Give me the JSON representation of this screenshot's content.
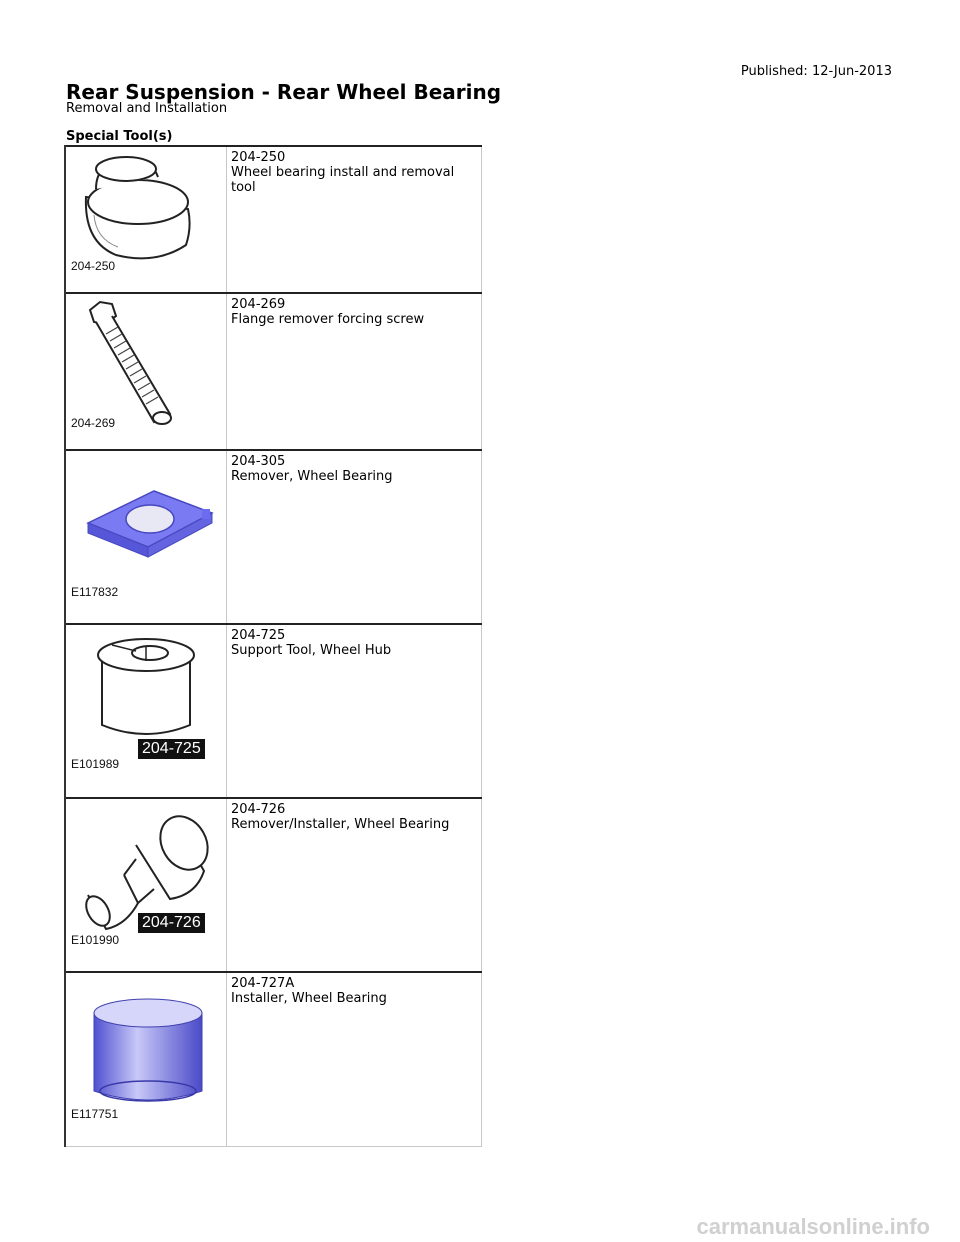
{
  "header": {
    "published": "Published: 12-Jun-2013",
    "title": "Rear Suspension - Rear Wheel Bearing",
    "subtitle": "Removal and Installation",
    "section": "Special Tool(s)"
  },
  "tools": [
    {
      "number": "204-250",
      "description": "Wheel bearing install and removal tool",
      "caption": "204-250",
      "tag": "",
      "icon": "wheel-bearing-tool-icon",
      "color": "#ffffff"
    },
    {
      "number": "204-269",
      "description": "Flange remover forcing screw",
      "caption": "204-269",
      "tag": "",
      "icon": "forcing-screw-icon",
      "color": "#ffffff"
    },
    {
      "number": "204-305",
      "description": "Remover, Wheel Bearing",
      "caption": "E117832",
      "tag": "",
      "icon": "bearing-remover-plate-icon",
      "color": "#6c6cf0"
    },
    {
      "number": "204-725",
      "description": "Support Tool, Wheel Hub",
      "caption": "E101989",
      "tag": "204-725",
      "icon": "support-sleeve-icon",
      "color": "#ffffff"
    },
    {
      "number": "204-726",
      "description": "Remover/Installer, Wheel Bearing",
      "caption": "E101990",
      "tag": "204-726",
      "icon": "stepped-driver-icon",
      "color": "#ffffff"
    },
    {
      "number": "204-727A",
      "description": "Installer, Wheel Bearing",
      "caption": "E117751",
      "tag": "",
      "icon": "bearing-installer-cup-icon",
      "color": "#6c6cf0"
    }
  ],
  "footer": {
    "watermark": "carmanualsonline.info"
  }
}
